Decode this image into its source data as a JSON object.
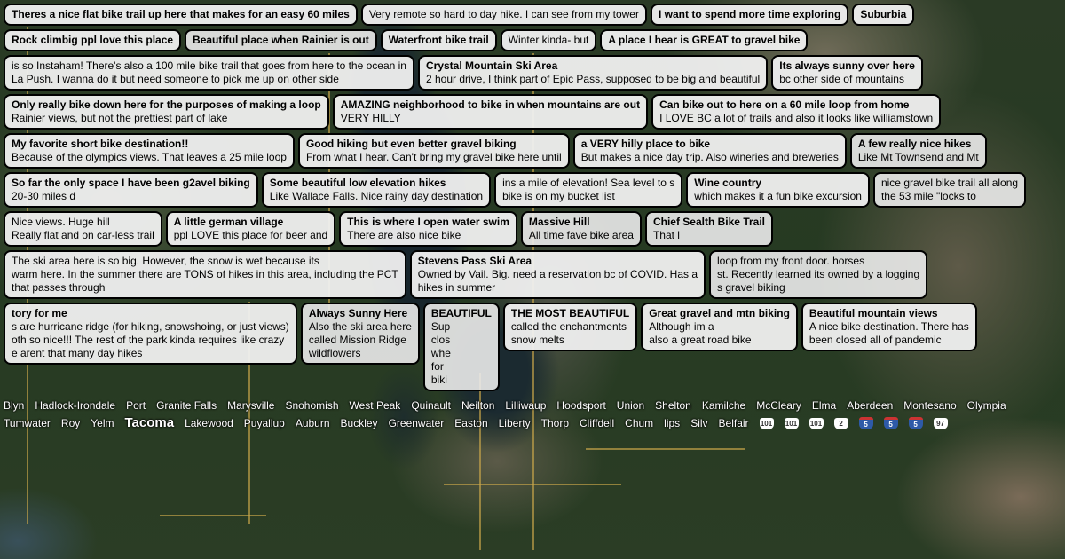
{
  "map": {
    "towns": [
      "Blyn",
      "Hadlock-Irondale",
      "Port",
      "Granite Falls",
      "Marysville",
      "Snohomish",
      "West Peak",
      "Quinault",
      "Neilton",
      "Lilliwaup",
      "Hoodsport",
      "Union",
      "Shelton",
      "Kamilche",
      "McCleary",
      "Elma",
      "Aberdeen",
      "Montesano",
      "Olympia",
      "Tumwater",
      "Roy",
      "Yelm",
      "Tacoma",
      "Lakewood",
      "Puyallup",
      "Auburn",
      "Buckley",
      "Greenwater",
      "Easton",
      "Liberty",
      "Thorp",
      "Cliffdell",
      "Chum",
      "lips",
      "Silv",
      "Belfair"
    ],
    "shields": [
      "101",
      "101",
      "101",
      "2",
      "5",
      "5",
      "5",
      "97"
    ]
  },
  "cards": [
    {
      "title": "",
      "body": [
        "ins a mile of elevation! Sea level to s",
        "bike is on my bucket list"
      ]
    },
    {
      "title": "",
      "body": [
        "is so Instaham! There's also a 100 mile bike trail that goes from here to the ocean in",
        "La Push. I wanna do it but need someone to pick me up on other side"
      ]
    },
    {
      "title": "",
      "body": [
        "Very remote so hard to day hike. I can see from my tower"
      ]
    },
    {
      "title": "tory for me",
      "body": [
        "s are hurricane ridge (for hiking, snowshoing, or just views)",
        "oth so nice!!! The rest of the park kinda requires like crazy",
        "e arent that many day hikes"
      ]
    },
    {
      "title": "I want to spend more time exploring",
      "body": []
    },
    {
      "title": "Theres a nice flat bike trail up here that makes for an easy 60 miles",
      "body": []
    },
    {
      "title": "A few really nice hikes",
      "body": [
        "Like Mt Townsend and Mt"
      ]
    },
    {
      "title": "BEAUTIFUL",
      "body": [
        "Sup",
        "clos",
        "whe",
        "for",
        "biki"
      ]
    },
    {
      "title": "Some beautiful low elevation hikes",
      "body": [
        "Like Wallace Falls. Nice rainy day destination"
      ]
    },
    {
      "title": "Rock climbig ppl love this place",
      "body": []
    },
    {
      "title": "Stevens Pass Ski Area",
      "body": [
        "Owned by Vail. Big. need a reservation bc of COVID. Has a",
        "hikes in summer"
      ]
    },
    {
      "title": "My favorite short bike destination!!",
      "body": [
        "Because of the olympics views. That leaves a 25 mile loop"
      ]
    },
    {
      "title": "Suburbia",
      "body": []
    },
    {
      "title": "",
      "body": [
        "loop from my front door. horses",
        "st. Recently learned its owned by a logging",
        "s gravel biking"
      ]
    },
    {
      "title": "So far the only space I have been g2avel biking",
      "body": [
        "20-30 miles d"
      ]
    },
    {
      "title": "Wine country",
      "body": [
        "which makes it a fun bike excursion"
      ]
    },
    {
      "title": "",
      "body": [
        "nice gravel bike trail all along",
        "the 53 mile \"locks to"
      ]
    },
    {
      "title": "AMAZING neighborhood to bike in when mountains are out",
      "body": [
        "VERY HILLY"
      ]
    },
    {
      "title": "Beautiful place when Rainier is out",
      "body": []
    },
    {
      "title": "",
      "body": [
        "Nice views. Huge hill",
        "Really flat and on car-less trail"
      ]
    },
    {
      "title": "THE MOST BEAUTIFUL",
      "body": [
        "called the enchantments",
        "snow melts"
      ]
    },
    {
      "title": "A little german village",
      "body": [
        "ppl LOVE this place for beer and"
      ]
    },
    {
      "title": "This is where I open water swim",
      "body": [
        "There are also nice bike"
      ]
    },
    {
      "title": "Waterfront bike trail",
      "body": []
    },
    {
      "title": "Chief Sealth Bike Trail",
      "body": [
        "That l"
      ]
    },
    {
      "title": "Great gravel and mtn biking",
      "body": [
        "Although im a",
        "also a great road bike"
      ]
    },
    {
      "title": "Beautiful mountain views",
      "body": [
        "A nice bike destination. There has",
        "been closed all of pandemic"
      ]
    },
    {
      "title": "Massive Hill",
      "body": [
        "All time fave bike area"
      ]
    },
    {
      "title": "",
      "body": [
        "Winter kinda- but"
      ]
    },
    {
      "title": "Only really bike down here for the purposes of making a loop",
      "body": [
        "Rainier views, but not the prettiest part of lake"
      ]
    },
    {
      "title": "a VERY hilly place to bike",
      "body": [
        "But makes a nice day trip. Also wineries and breweries"
      ]
    },
    {
      "title": "",
      "body": [
        "The ski area here is so big. However, the snow is wet because its",
        "warm here. In the summer there are TONS of hikes in this area, including the PCT",
        "that passes through"
      ]
    },
    {
      "title": "Always Sunny Here",
      "body": [
        "Also the ski area here",
        "called Mission Ridge",
        "wildflowers"
      ]
    },
    {
      "title": "Can bike out to here on a 60 mile loop from home",
      "body": [
        "I LOVE BC a lot of trails and also it looks like williamstown"
      ]
    },
    {
      "title": "Good hiking but even better gravel biking",
      "body": [
        "From what I hear. Can't bring my gravel bike here until"
      ]
    },
    {
      "title": "Its always sunny over here",
      "body": [
        "bc other side of mountains"
      ]
    },
    {
      "title": "Crystal Mountain Ski Area",
      "body": [
        "2 hour drive, I think part of Epic Pass, supposed to be big and beautiful"
      ]
    },
    {
      "title": "A place I hear is GREAT to gravel bike",
      "body": []
    }
  ]
}
